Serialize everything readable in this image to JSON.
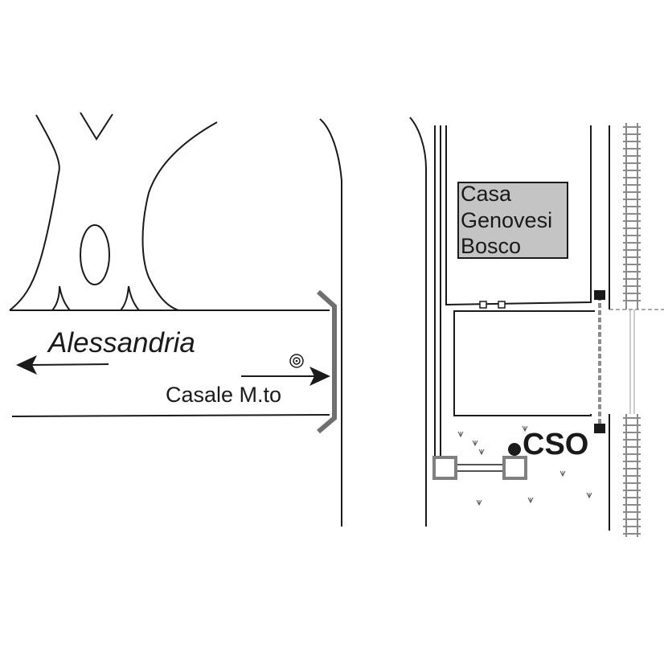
{
  "labels": {
    "destination_left": "Alessandria",
    "destination_right": "Casale M.to",
    "building_line1": "Casa",
    "building_line2": "Genovesi",
    "building_line3": "Bosco",
    "site_code": "CSO"
  },
  "colors": {
    "line": "#1a1a1a",
    "building_fill": "#c4c4c4",
    "guardrail": "#707070",
    "rail": "#8a8a8a"
  },
  "icons": {
    "left_arrow": "arrow-left-icon",
    "right_arrow": "arrow-right-icon",
    "target": "concentric-circle-icon",
    "site_point": "filled-dot-icon"
  }
}
